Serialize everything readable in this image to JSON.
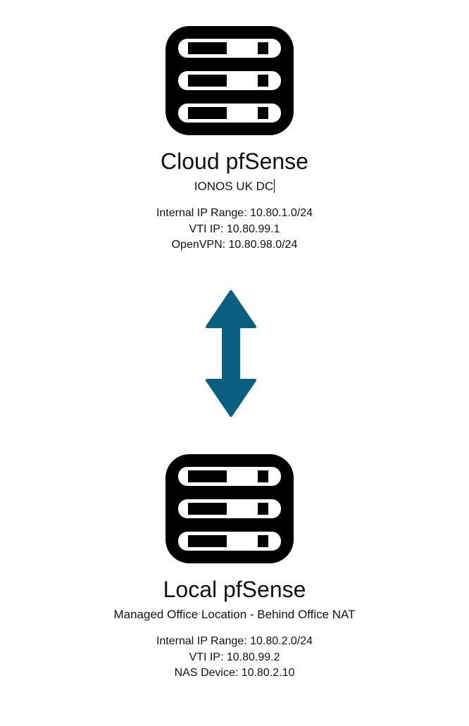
{
  "cloud": {
    "title": "Cloud pfSense",
    "subtitle": "IONOS UK DC",
    "details": [
      "Internal IP Range: 10.80.1.0/24",
      "VTI IP: 10.80.99.1",
      "OpenVPN: 10.80.98.0/24"
    ]
  },
  "local": {
    "title": "Local pfSense",
    "subtitle": "Managed Office Location - Behind Office NAT",
    "details": [
      "Internal IP Range: 10.80.2.0/24",
      "VTI IP: 10.80.99.2",
      "NAS Device: 10.80.2.10"
    ]
  },
  "icons": {
    "server": "server-rack-icon",
    "connection": "double-arrow-icon"
  },
  "colors": {
    "server_icon": "#000000",
    "arrow": "#0a5f80"
  }
}
